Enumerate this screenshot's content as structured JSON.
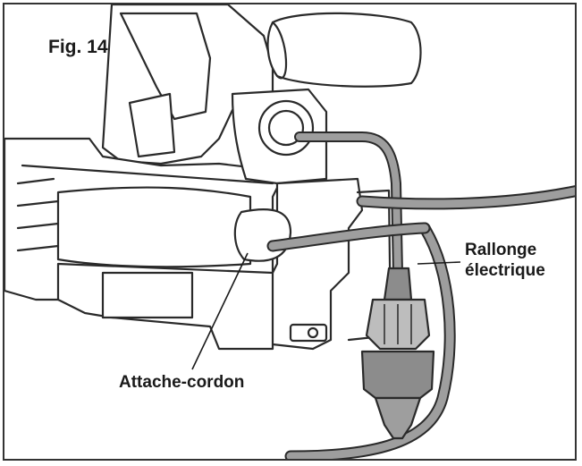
{
  "figure": {
    "label": "Fig. 14"
  },
  "callouts": {
    "extension_cord": {
      "line1": "Rallonge",
      "line2": "électrique"
    },
    "cord_tie": {
      "text": "Attache-cordon"
    }
  },
  "colors": {
    "stroke": "#2a2a2a",
    "cable_fill": "#9e9e9e",
    "plug_fill": "#8c8c8c",
    "body_fill": "#ffffff"
  }
}
